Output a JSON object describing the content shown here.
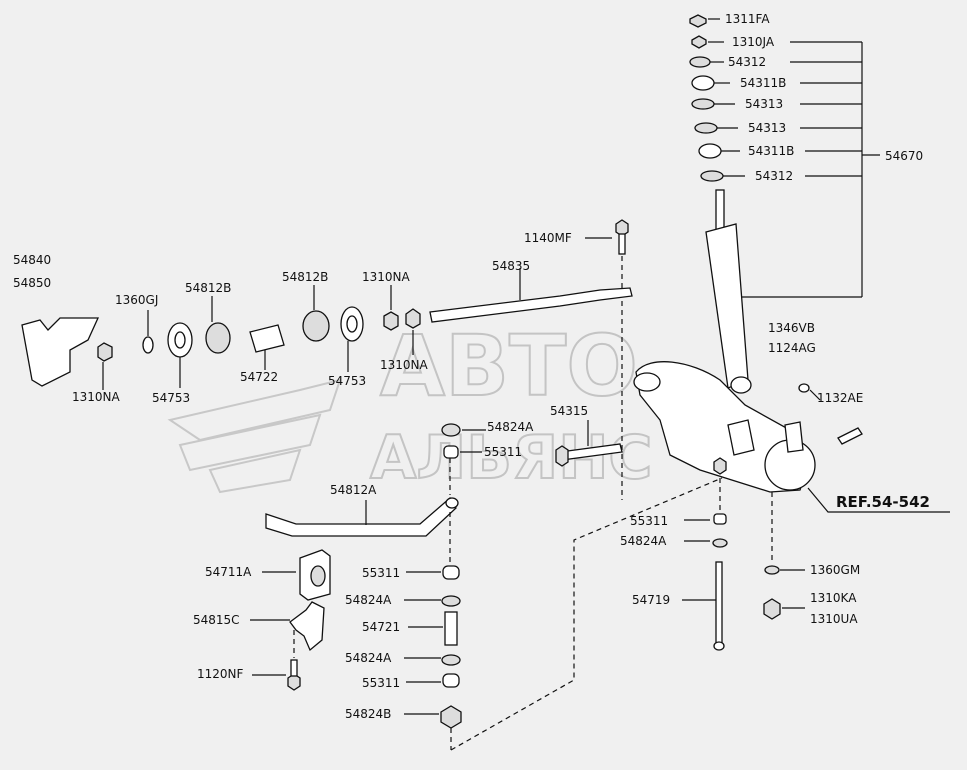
{
  "diagram": {
    "reference": "REF.54-542",
    "watermark_top": "АВТО",
    "watermark_bottom": "АЛЬЯНС"
  },
  "labels": {
    "l_1311FA": "1311FA",
    "l_1310JA": "1310JA",
    "l_54312a": "54312",
    "l_54311Ba": "54311B",
    "l_54313a": "54313",
    "l_54313b": "54313",
    "l_54311Bb": "54311B",
    "l_54312b": "54312",
    "l_54670": "54670",
    "l_1140MF": "1140MF",
    "l_54840": "54840",
    "l_54850": "54850",
    "l_1360GJ": "1360GJ",
    "l_54812Ba": "54812B",
    "l_54812Bb": "54812B",
    "l_1310NAa": "1310NA",
    "l_54835": "54835",
    "l_1310NAb": "1310NA",
    "l_1310NAc": "1310NA",
    "l_54753a": "54753",
    "l_54722": "54722",
    "l_54753b": "54753",
    "l_1346VB": "1346VB",
    "l_1124AG": "1124AG",
    "l_1132AE": "1132AE",
    "l_54315": "54315",
    "l_54824Aa": "54824A",
    "l_55311a": "55311",
    "l_54812A": "54812A",
    "l_55311b": "55311",
    "l_54824Ab": "54824A",
    "l_54711A": "54711A",
    "l_55311c": "55311",
    "l_54824Ac": "54824A",
    "l_54815C": "54815C",
    "l_54721": "54721",
    "l_54824Ad": "54824A",
    "l_1120NF": "1120NF",
    "l_55311d": "55311",
    "l_54824B": "54824B",
    "l_54719": "54719",
    "l_1360GM": "1360GM",
    "l_1310KA": "1310KA",
    "l_1310UA": "1310UA"
  }
}
